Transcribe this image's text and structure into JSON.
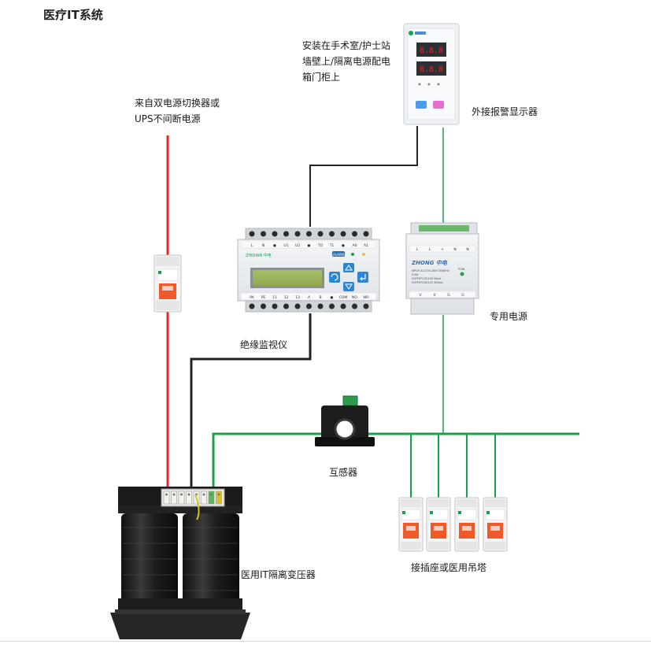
{
  "title": "医疗IT系统",
  "labels": {
    "install_line1": "安装在手术室/护士站",
    "install_line2": "墙壁上/隔离电源配电",
    "install_line3": "箱门柜上",
    "source_line1": "来自双电源切换器或",
    "source_line2": "UPS不间断电源",
    "alarm_display": "外接报警显示器",
    "monitor": "绝缘监视仪",
    "power_supply": "专用电源",
    "current_transformer": "互感器",
    "isolation_transformer": "医用IT隔离变压器",
    "outlets": "接插座或医用吊塔"
  },
  "monitor_terminals": {
    "top": [
      "L",
      "N",
      "●",
      "U1",
      "U2",
      "●",
      "TO",
      "T1",
      "●",
      "A0",
      "A1"
    ],
    "bottom": [
      "PA",
      "PE",
      "11",
      "12",
      "13",
      "A",
      "B",
      "●",
      "COM",
      "NO",
      "NO"
    ],
    "brand": "ZHIDIAN 中电",
    "alarm_tag": "ALARM"
  },
  "power_terminals": {
    "top": [
      "L",
      "L",
      "+",
      "N",
      "N"
    ],
    "bottom": [
      "V",
      "V",
      "G",
      "G"
    ],
    "brand": "ZHONG 中电",
    "spec_lines": [
      "INPUT: AC170V-265V 50/60Hz",
      "0.5W",
      "OUTPUT1:DC24V 50mA",
      "OUTPUT2:DC12V 300mA"
    ],
    "led_label": "POW"
  },
  "colors": {
    "red_wire": "#e8262d",
    "green_wire": "#19a04a",
    "black_wire": "#222222",
    "breaker_orange": "#f05a28"
  }
}
